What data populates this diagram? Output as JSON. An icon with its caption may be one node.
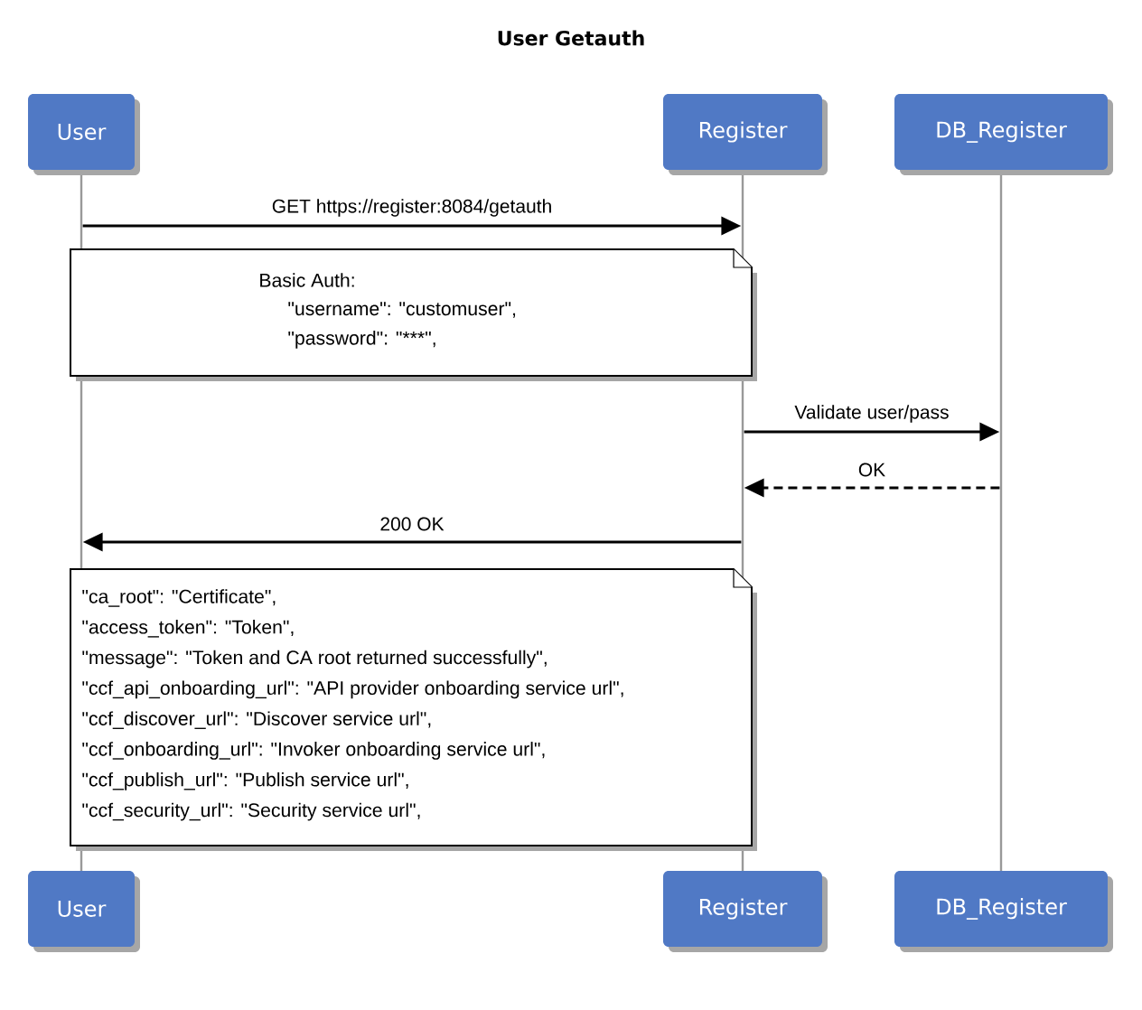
{
  "diagram": {
    "title": "User Getauth",
    "nodes": [
      {
        "text": [
          "User"
        ]
      },
      {
        "text": [
          "Register"
        ]
      },
      {
        "text": [
          "DB_Register"
        ]
      },
      {
        "text": [
          "User"
        ]
      },
      {
        "text": [
          "Register"
        ]
      },
      {
        "text": [
          "DB_Register"
        ]
      },
      {
        "text": [
          "Basic Auth:",
          "\"username\": \"customuser\",",
          "\"password\": \"***\","
        ]
      },
      {
        "text": [
          "\"ca_root\": \"Certificate\",",
          "\"access_token\": \"Token\",",
          "\"message\": \"Token and CA root returned successfully\",",
          "\"ccf_api_onboarding_url\": \"API provider onboarding service url\",",
          "\"ccf_discover_url\": \"Discover service url\",",
          "\"ccf_onboarding_url\": \"Invoker onboarding service url\",",
          "\"ccf_publish_url\": \"Publish service url\",",
          "\"ccf_security_url\": \"Security service url\","
        ]
      },
      {
        "text": [],
        "shape": "bar"
      },
      {
        "text": [],
        "shape": "bar"
      },
      {
        "text": [],
        "shape": "bar"
      }
    ],
    "edges": [
      {
        "from": 8,
        "to": 9,
        "arrow": "to",
        "label": "GET https://register:8084/getauth"
      },
      {
        "from": 9,
        "to": 10,
        "arrow": "to",
        "label": "Validate user/pass"
      },
      {
        "from": 10,
        "to": 9,
        "arrow": "to",
        "label": "OK",
        "style": "dashed"
      },
      {
        "from": 9,
        "to": 8,
        "arrow": "to",
        "label": "200 OK"
      }
    ]
  }
}
